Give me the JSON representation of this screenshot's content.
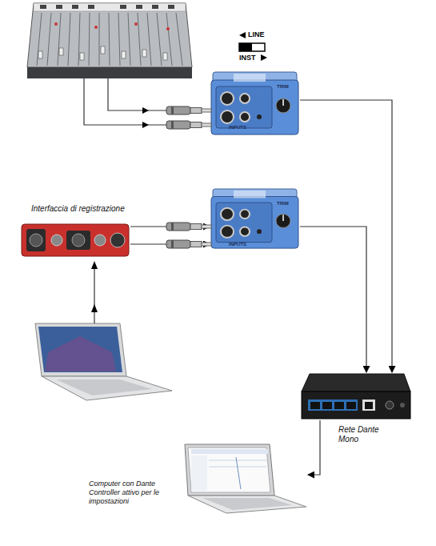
{
  "diagram": {
    "nodes": [
      {
        "text": [
          "INPUTS",
          "TRIM"
        ]
      },
      {
        "text": [
          "Interfaccia di registrazione"
        ]
      },
      {
        "text": [
          "INPUTS",
          "TRIM"
        ]
      },
      {
        "text": [
          "Rete Dante Mono"
        ]
      },
      {
        "text": [
          "Computer con Dante Controller attivo per le impostazioni"
        ]
      }
    ],
    "edges": [
      {
        "from": 1,
        "to": 2,
        "arrow": "to"
      },
      {
        "from": 1,
        "to": 2,
        "arrow": "to"
      },
      {
        "from": 0,
        "to": 3,
        "arrow": "to"
      },
      {
        "from": 2,
        "to": 3,
        "arrow": "to"
      },
      {
        "from": 3,
        "to": 4,
        "arrow": "to"
      }
    ],
    "labels": [
      "LINE",
      "INST"
    ]
  }
}
